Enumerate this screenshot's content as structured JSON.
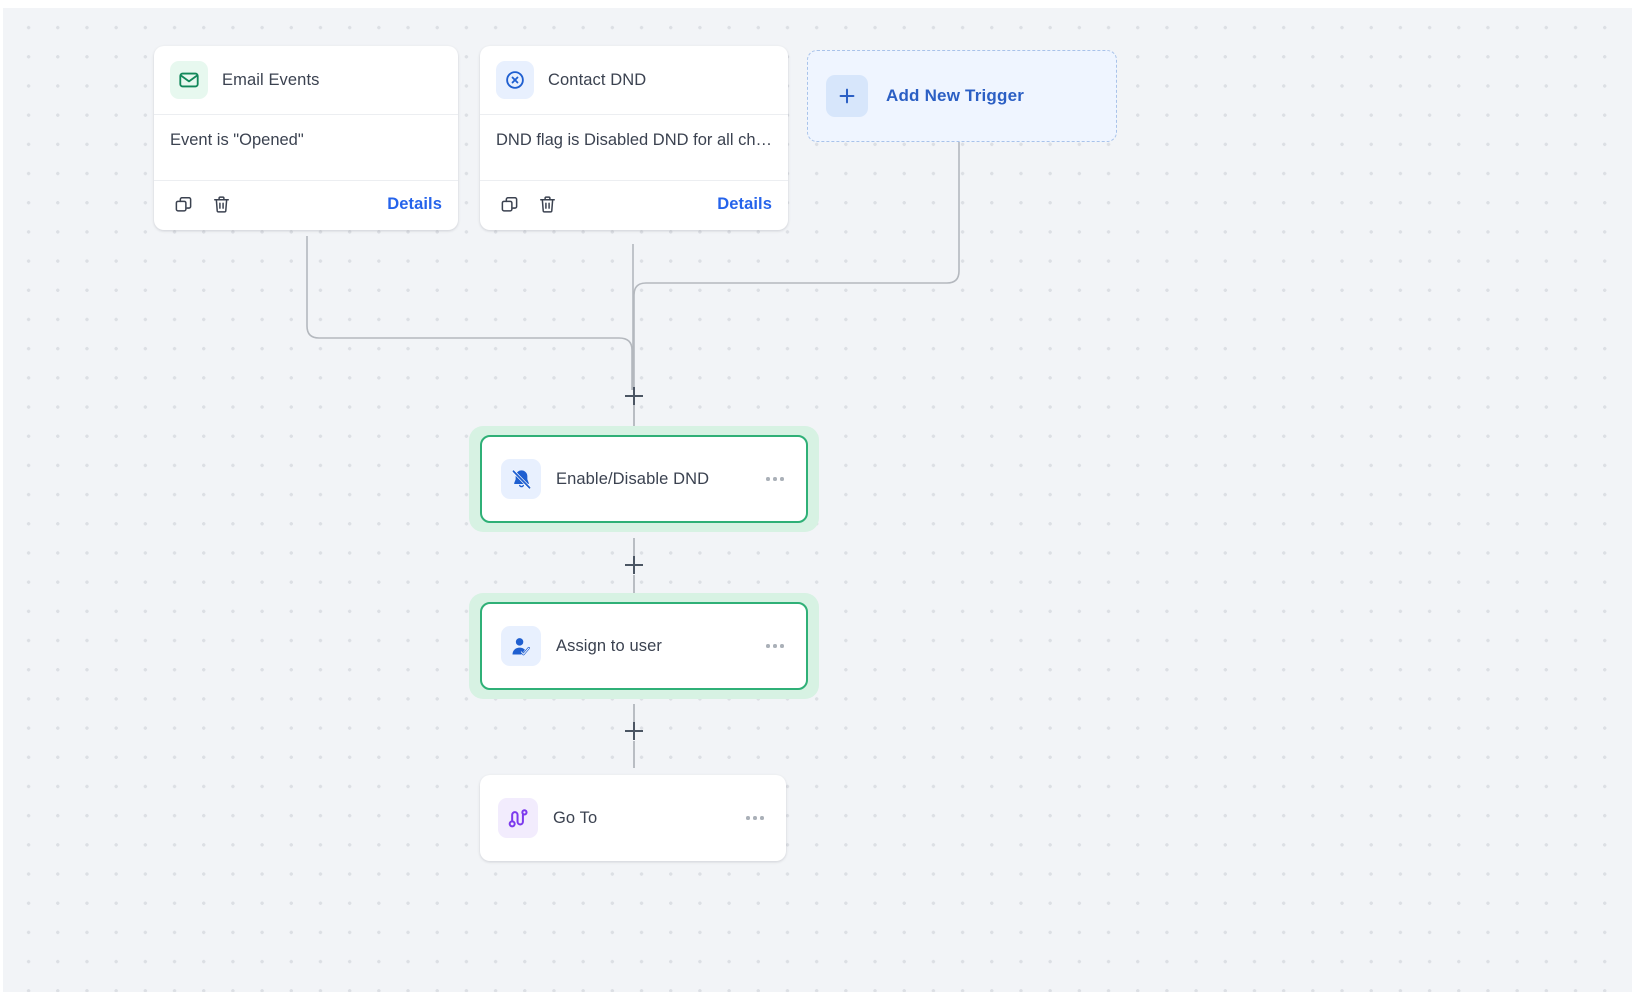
{
  "canvas": {
    "background_color": "#f2f4f7",
    "dot_color": "#dcdfe4"
  },
  "triggers": [
    {
      "id": "email-events",
      "title": "Email Events",
      "icon": "envelope-icon",
      "icon_theme": "green",
      "condition": "Event is \"Opened\"",
      "copy_label": "copy-icon",
      "delete_label": "trash-icon",
      "details_label": "Details"
    },
    {
      "id": "contact-dnd",
      "title": "Contact DND",
      "icon": "circle-x-icon",
      "icon_theme": "blue",
      "condition": "DND flag is Disabled DND for all cha...",
      "copy_label": "copy-icon",
      "delete_label": "trash-icon",
      "details_label": "Details"
    }
  ],
  "add_trigger": {
    "label": "Add New Trigger",
    "icon": "plus-icon",
    "accent_color": "#2b5fc4",
    "background_color": "#eff5ff",
    "border_color": "#a9c3ea"
  },
  "actions": [
    {
      "id": "enable-disable-dnd",
      "title": "Enable/Disable DND",
      "icon": "bell-off-icon",
      "icon_theme": "blue",
      "selected": true,
      "menu": "more-options-icon"
    },
    {
      "id": "assign-to-user",
      "title": "Assign to user",
      "icon": "user-check-icon",
      "icon_theme": "blue",
      "selected": true,
      "menu": "more-options-icon"
    },
    {
      "id": "go-to",
      "title": "Go To",
      "icon": "route-icon",
      "icon_theme": "purple",
      "selected": false,
      "menu": "more-options-icon"
    }
  ],
  "selection_color": "#2fb077",
  "selection_glow_color": "#d7f2e3",
  "connector_color": "#b4b8be",
  "add_node_buttons": [
    {
      "id": "add-node-1",
      "label": "+"
    },
    {
      "id": "add-node-2",
      "label": "+"
    },
    {
      "id": "add-node-3",
      "label": "+"
    }
  ]
}
